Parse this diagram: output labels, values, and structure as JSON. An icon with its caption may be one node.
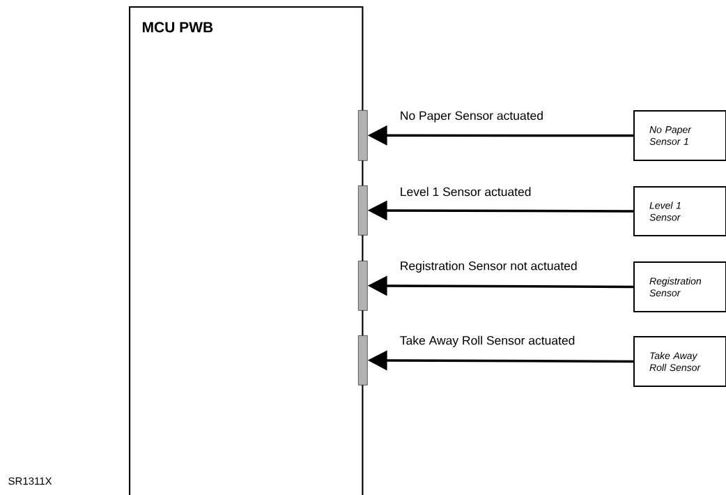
{
  "diagram": {
    "nodes": [
      {
        "text": [
          "MCU PWB"
        ]
      },
      {
        "text": [],
        "shape": "bar"
      },
      {
        "text": [],
        "shape": "bar"
      },
      {
        "text": [],
        "shape": "bar"
      },
      {
        "text": [],
        "shape": "bar"
      },
      {
        "text": [
          "No Paper Sensor 1"
        ]
      },
      {
        "text": [
          "Level 1 Sensor"
        ]
      },
      {
        "text": [
          "Registration Sensor"
        ]
      },
      {
        "text": [
          "Take Away Roll Sensor"
        ]
      }
    ],
    "edges": [
      {
        "from": 5,
        "to": 1,
        "arrow": "to",
        "label": "No Paper Sensor actuated"
      },
      {
        "from": 6,
        "to": 2,
        "arrow": "to",
        "label": "Level 1 Sensor actuated"
      },
      {
        "from": 7,
        "to": 3,
        "arrow": "to",
        "label": "Registration  Sensor  not actuated"
      },
      {
        "from": 8,
        "to": 4,
        "arrow": "to",
        "label": "Take Away Roll Sensor actuated"
      }
    ],
    "labels": [
      "SR1311X"
    ]
  }
}
